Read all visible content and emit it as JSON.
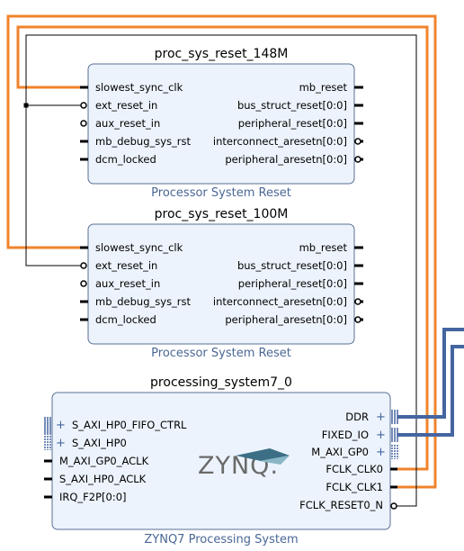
{
  "blocks": {
    "reset148": {
      "title": "proc_sys_reset_148M",
      "subtitle": "Processor System Reset",
      "left_ports": [
        "slowest_sync_clk",
        "ext_reset_in",
        "aux_reset_in",
        "mb_debug_sys_rst",
        "dcm_locked"
      ],
      "right_ports": [
        "mb_reset",
        "bus_struct_reset[0:0]",
        "peripheral_reset[0:0]",
        "interconnect_aresetn[0:0]",
        "peripheral_aresetn[0:0]"
      ]
    },
    "reset100": {
      "title": "proc_sys_reset_100M",
      "subtitle": "Processor System Reset",
      "left_ports": [
        "slowest_sync_clk",
        "ext_reset_in",
        "aux_reset_in",
        "mb_debug_sys_rst",
        "dcm_locked"
      ],
      "right_ports": [
        "mb_reset",
        "bus_struct_reset[0:0]",
        "peripheral_reset[0:0]",
        "interconnect_aresetn[0:0]",
        "peripheral_aresetn[0:0]"
      ]
    },
    "ps7": {
      "title": "processing_system7_0",
      "subtitle": "ZYNQ7 Processing System",
      "logo": "ZYNQ.",
      "left_ports": [
        "S_AXI_HP0_FIFO_CTRL",
        "S_AXI_HP0",
        "M_AXI_GP0_ACLK",
        "S_AXI_HP0_ACLK",
        "IRQ_F2P[0:0]"
      ],
      "right_ports": [
        "DDR",
        "FIXED_IO",
        "M_AXI_GP0",
        "FCLK_CLK0",
        "FCLK_CLK1",
        "FCLK_RESET0_N"
      ]
    }
  },
  "colors": {
    "clock_wire": "#f0842c",
    "bus_wire": "#4565a0",
    "block_fill": "#ecf3fc",
    "block_border": "#5a6f93",
    "subtitle_text": "#4a6796"
  }
}
